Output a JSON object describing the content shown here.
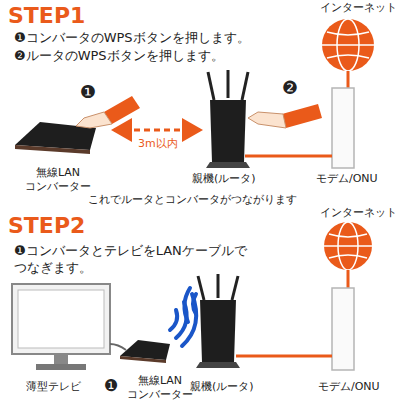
{
  "diagram": {
    "labels": [
      "STEP1",
      "インターネット",
      "❶コンバータのWPSボタンを押します。",
      "❷ルータのWPSボタンを押します。",
      "❶",
      "❷",
      "3m以内",
      "無線LAN コンバーター",
      "親機(ルータ)",
      "モデム/ONU",
      "これでルータとコンバータがつながります",
      "インターネット",
      "STEP2",
      "❶コンバータとテレビをLANケーブルで つなぎます。",
      "薄型テレビ",
      "❶",
      "無線LAN コンバーター",
      "親機(ルータ)",
      "モデム/ONU"
    ]
  }
}
